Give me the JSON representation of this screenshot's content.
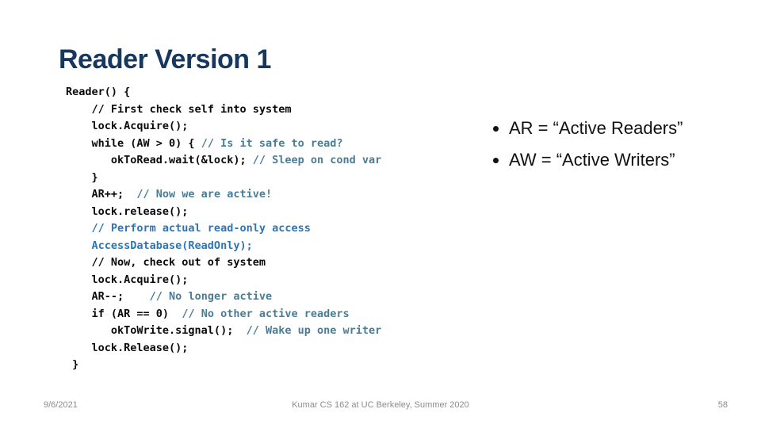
{
  "slide": {
    "title": "Reader Version 1",
    "background": "#ffffff"
  },
  "colors": {
    "title": "#17375E",
    "code_default": "#0a0a0a",
    "comment_teal": "#4A7D95",
    "highlight_blue": "#2E75B6",
    "footer_gray": "#8C8C8C",
    "bullet_text": "#111111"
  },
  "code": {
    "lines": [
      {
        "segments": [
          {
            "text": "Reader() {",
            "color": "default"
          }
        ]
      },
      {
        "segments": [
          {
            "text": "    // First check self into system",
            "color": "default"
          }
        ]
      },
      {
        "segments": [
          {
            "text": "    lock.Acquire();",
            "color": "default"
          }
        ]
      },
      {
        "segments": [
          {
            "text": "    while (AW > 0) { ",
            "color": "default"
          },
          {
            "text": "// Is it safe to read?",
            "color": "teal"
          }
        ]
      },
      {
        "segments": [
          {
            "text": "       okToRead.wait(&lock); ",
            "color": "default"
          },
          {
            "text": "// Sleep on cond var",
            "color": "teal"
          }
        ]
      },
      {
        "segments": [
          {
            "text": "    }",
            "color": "default"
          }
        ]
      },
      {
        "segments": [
          {
            "text": "    AR++;  ",
            "color": "default"
          },
          {
            "text": "// Now we are active!",
            "color": "teal"
          }
        ]
      },
      {
        "segments": [
          {
            "text": "    lock.release();",
            "color": "default"
          }
        ]
      },
      {
        "segments": [
          {
            "text": "    // Perform actual read-only access",
            "color": "blue"
          }
        ]
      },
      {
        "segments": [
          {
            "text": "    AccessDatabase(ReadOnly);",
            "color": "blue"
          }
        ]
      },
      {
        "segments": [
          {
            "text": "    // Now, check out of system",
            "color": "default"
          }
        ]
      },
      {
        "segments": [
          {
            "text": "    lock.Acquire();",
            "color": "default"
          }
        ]
      },
      {
        "segments": [
          {
            "text": "    AR--;    ",
            "color": "default"
          },
          {
            "text": "// No longer active",
            "color": "teal"
          }
        ]
      },
      {
        "segments": [
          {
            "text": "    if (AR == 0)  ",
            "color": "default"
          },
          {
            "text": "// No other active readers",
            "color": "teal"
          }
        ]
      },
      {
        "segments": [
          {
            "text": "       okToWrite.signal();  ",
            "color": "default"
          },
          {
            "text": "// Wake up one writer",
            "color": "teal"
          }
        ]
      },
      {
        "segments": [
          {
            "text": "    lock.Release();",
            "color": "default"
          }
        ]
      },
      {
        "segments": [
          {
            "text": " }",
            "color": "default"
          }
        ]
      }
    ]
  },
  "bullets": [
    {
      "label": "AR = “Active Readers”"
    },
    {
      "label": "AW = “Active Writers”"
    }
  ],
  "footer": {
    "date": "9/6/2021",
    "credit": "Kumar CS 162 at UC Berkeley, Summer 2020",
    "page_number": "58"
  }
}
